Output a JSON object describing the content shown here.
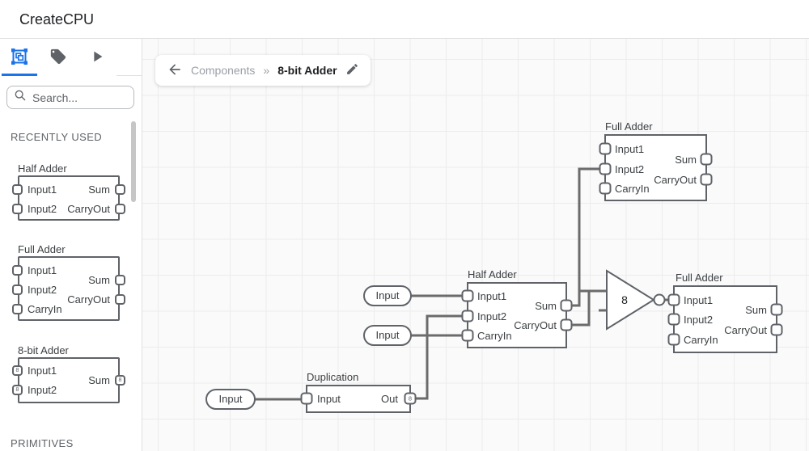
{
  "header": {
    "title": "CreateCPU"
  },
  "sidebar": {
    "tabs": [
      {
        "icon": "component-select-icon",
        "selected": true
      },
      {
        "icon": "tag-icon",
        "selected": false
      },
      {
        "icon": "play-icon",
        "selected": false
      }
    ],
    "search": {
      "placeholder": "Search..."
    },
    "section_recent": "RECENTLY USED",
    "section_primitives": "PRIMITIVES",
    "previews": [
      {
        "title": "Half Adder",
        "inputs": [
          "Input1",
          "Input2"
        ],
        "outputs": [
          "Sum",
          "CarryOut"
        ]
      },
      {
        "title": "Full Adder",
        "inputs": [
          "Input1",
          "Input2",
          "CarryIn"
        ],
        "outputs": [
          "Sum",
          "CarryOut"
        ]
      },
      {
        "title": "8-bit Adder",
        "inputs": [
          "Input1",
          "Input2"
        ],
        "outputs": [
          "Sum"
        ],
        "bus_width": "8"
      }
    ]
  },
  "breadcrumb": {
    "parent": "Components",
    "separator": "»",
    "current": "8-bit Adder"
  },
  "canvas": {
    "input_pin_label": "Input",
    "nodes": {
      "duplication": {
        "title": "Duplication",
        "input": "Input",
        "output": "Out",
        "bus_width": "8"
      },
      "half_adder": {
        "title": "Half Adder",
        "inputs": [
          "Input1",
          "Input2",
          "CarryIn"
        ],
        "outputs": [
          "Sum",
          "CarryOut"
        ]
      },
      "full_adder_top": {
        "title": "Full Adder",
        "inputs": [
          "Input1",
          "Input2",
          "CarryIn"
        ],
        "outputs": [
          "Sum",
          "CarryOut"
        ]
      },
      "full_adder_right": {
        "title": "Full Adder",
        "inputs": [
          "Input1",
          "Input2",
          "CarryIn"
        ],
        "outputs": [
          "Sum",
          "CarryOut"
        ]
      },
      "buffer_gate": {
        "label": "8"
      }
    }
  },
  "colors": {
    "accent": "#1a73e8",
    "node_border": "#5f6368",
    "wire": "#6b6b6b",
    "canvas_bg": "#fafafa",
    "grid_line": "#ececec"
  }
}
